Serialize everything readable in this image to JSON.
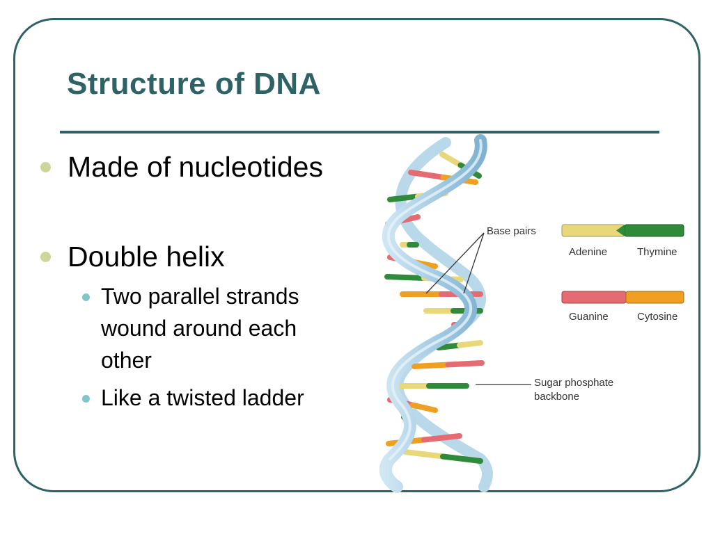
{
  "slide": {
    "title": "Structure of DNA",
    "bullets": [
      {
        "text": "Made of nucleotides"
      },
      {
        "text": "Double helix",
        "subbullets": [
          {
            "text": "Two parallel strands wound around each other"
          },
          {
            "text": "Like a twisted ladder"
          }
        ]
      }
    ]
  },
  "diagram": {
    "labels": {
      "base_pairs": "Base pairs",
      "adenine": "Adenine",
      "thymine": "Thymine",
      "guanine": "Guanine",
      "cytosine": "Cytosine",
      "backbone_line1": "Sugar phosphate",
      "backbone_line2": "backbone"
    },
    "colors": {
      "frame": "#2f6265",
      "adenine": "#e8d87a",
      "thymine": "#2f8a3a",
      "guanine": "#e66a72",
      "cytosine": "#f0a020",
      "backbone": "#9cc8e0"
    }
  }
}
